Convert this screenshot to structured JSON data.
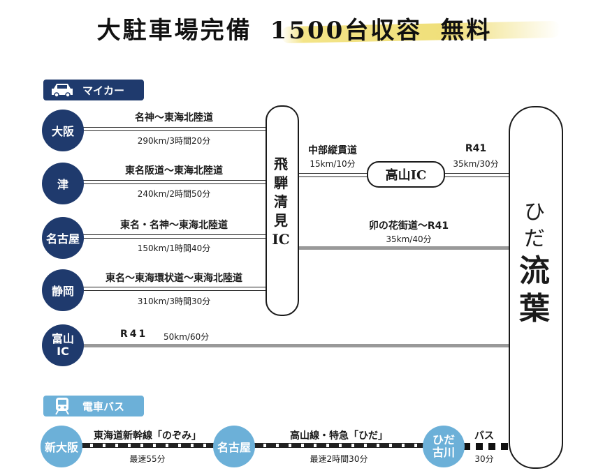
{
  "header": {
    "part1": "大駐車場完備",
    "part2": "1500台収容",
    "part3": "無料"
  },
  "categories": {
    "car": {
      "label": "マイカー",
      "icon": "car-icon"
    },
    "train": {
      "label": "電車バス",
      "icon": "train-icon"
    }
  },
  "origins": [
    {
      "name": "大阪",
      "route": "名神〜東海北陸道",
      "detail": "290km/3時間20分"
    },
    {
      "name": "津",
      "route": "東名阪道〜東海北陸道",
      "detail": "240km/2時間50分"
    },
    {
      "name": "名古屋",
      "route": "東名・名神〜東海北陸道",
      "detail": "150km/1時間40分"
    },
    {
      "name": "静岡",
      "route": "東名〜東海環状道〜東海北陸道",
      "detail": "310km/3時間30分"
    }
  ],
  "toyama": {
    "name": "富山\nIC",
    "route": "R41",
    "detail": "50km/60分"
  },
  "hub": {
    "name": "飛\n騨\n清\n見\nIC"
  },
  "link1": {
    "route": "中部縦貫道",
    "detail": "15km/10分"
  },
  "takayama_ic": {
    "name": "高山IC"
  },
  "link2": {
    "route": "R41",
    "detail": "35km/30分"
  },
  "link3": {
    "route": "卯の花街道〜R41",
    "detail": "35km/40分"
  },
  "destination": {
    "top": "ひ\nだ",
    "main": "流\n葉"
  },
  "train": {
    "stations": [
      "新大阪",
      "名古屋",
      "ひだ\n古川"
    ],
    "seg1": {
      "route": "東海道新幹線「のぞみ」",
      "detail": "最速55分"
    },
    "seg2": {
      "route": "高山線・特急「ひだ」",
      "detail": "最速2時間30分"
    },
    "seg3": {
      "route": "バス",
      "detail": "30分"
    }
  },
  "colors": {
    "navy": "#1f3a6d",
    "sky": "#6cb0d8",
    "gray_line": "#999999",
    "brush": "#f0df7a"
  }
}
